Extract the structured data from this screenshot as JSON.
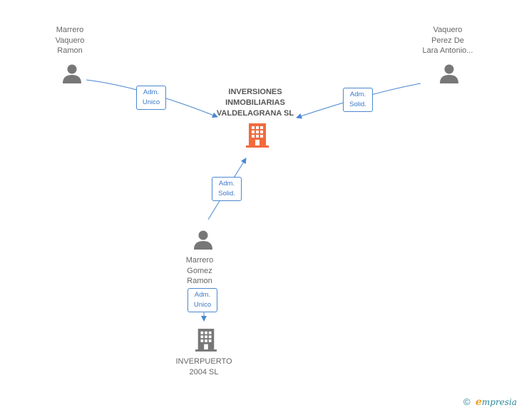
{
  "nodes": {
    "marrero_vaquero": {
      "lines": [
        "Marrero",
        "Vaquero",
        "Ramon"
      ]
    },
    "vaquero_perez": {
      "lines": [
        "Vaquero",
        "Perez De",
        "Lara Antonio..."
      ]
    },
    "inversiones": {
      "lines": [
        "INVERSIONES",
        "INMOBILIARIAS",
        "VALDELAGRANA SL"
      ]
    },
    "marrero_gomez": {
      "lines": [
        "Marrero",
        "Gomez",
        "Ramon"
      ]
    },
    "inverpuerto": {
      "lines": [
        "INVERPUERTO",
        "2004 SL"
      ]
    }
  },
  "edges": {
    "e1": {
      "line1": "Adm.",
      "line2": "Unico"
    },
    "e2": {
      "line1": "Adm.",
      "line2": "Solid."
    },
    "e3": {
      "line1": "Adm.",
      "line2": "Solid."
    },
    "e4": {
      "line1": "Adm.",
      "line2": "Unico"
    }
  },
  "colors": {
    "main_company": "#f26a3d",
    "company": "#777777",
    "person": "#777777",
    "edge": "#4a88d0"
  },
  "footer": {
    "copyright": "©",
    "brand_initial": "e",
    "brand_rest": "mpresia"
  }
}
